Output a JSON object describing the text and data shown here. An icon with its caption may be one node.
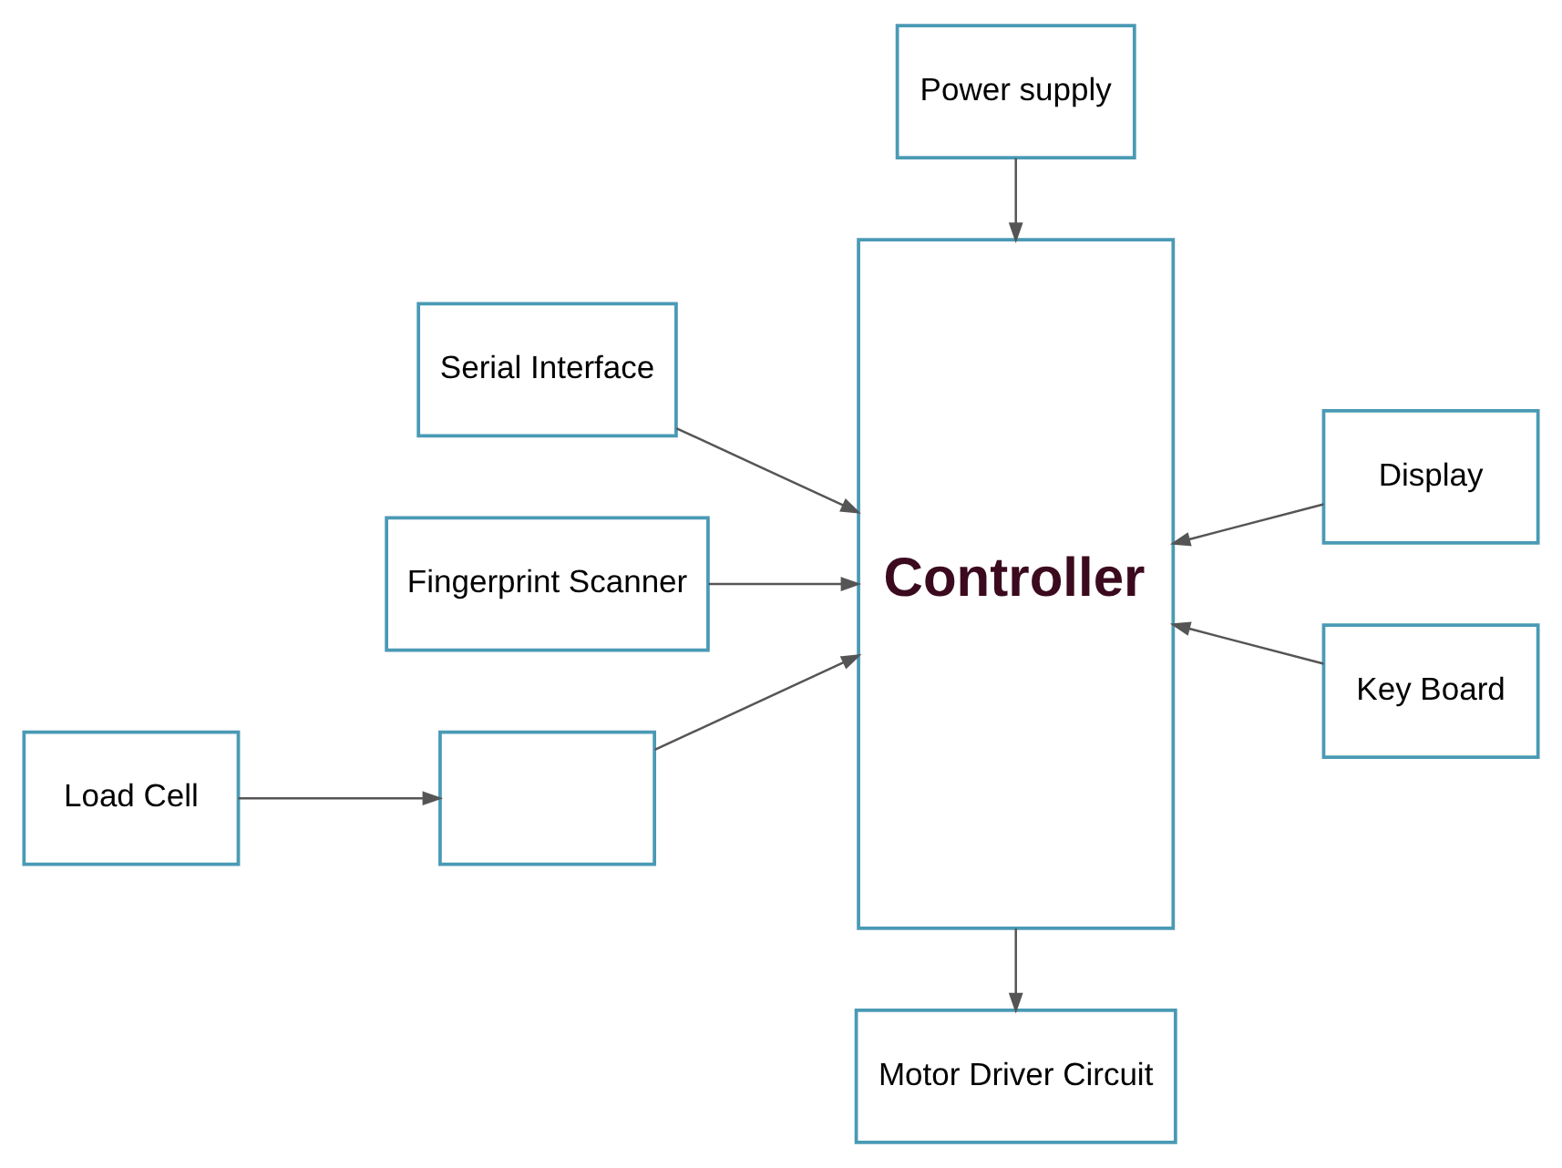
{
  "diagram": {
    "nodes": [
      {
        "text": [
          "Power supply"
        ]
      },
      {
        "text": [
          "Serial Interface"
        ]
      },
      {
        "text": [
          "Controller"
        ]
      },
      {
        "text": [
          "Display"
        ]
      },
      {
        "text": [
          "Fingerprint Scanner"
        ]
      },
      {
        "text": [
          "Key Board"
        ]
      },
      {
        "text": [
          "Load Cell"
        ]
      },
      {
        "text": [],
        "shape": "box"
      },
      {
        "text": [
          "Motor Driver Circuit"
        ]
      }
    ],
    "edges": [
      {
        "from": 0,
        "to": 2,
        "arrow": "to"
      },
      {
        "from": 1,
        "to": 2,
        "arrow": "to"
      },
      {
        "from": 3,
        "to": 2,
        "arrow": "to"
      },
      {
        "from": 4,
        "to": 2,
        "arrow": "to"
      },
      {
        "from": 5,
        "to": 2,
        "arrow": "to"
      },
      {
        "from": 6,
        "to": 7,
        "arrow": "to"
      },
      {
        "from": 7,
        "to": 2,
        "arrow": "to"
      },
      {
        "from": 2,
        "to": 8,
        "arrow": "to"
      }
    ]
  }
}
